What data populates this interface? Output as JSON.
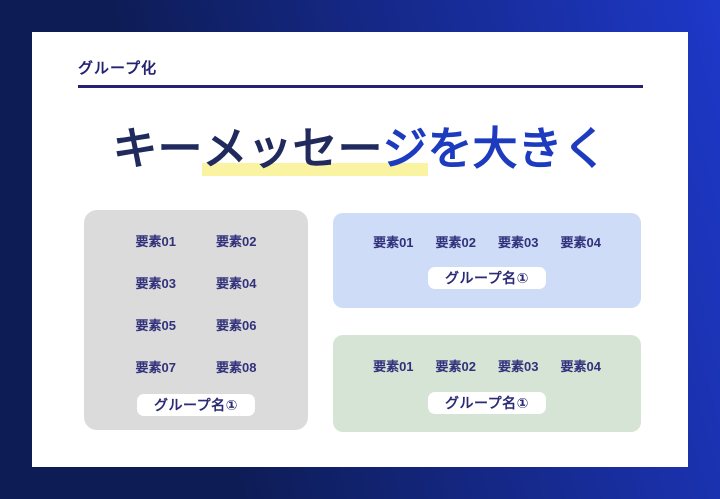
{
  "colors": {
    "background_dark": "#0e1c55",
    "background_bright": "#1e38c9",
    "card_background": "#ffffff",
    "header_text": "#252371",
    "title_dark_navy": "#202a5c",
    "title_bright_blue": "#1d3bbf",
    "highlight_yellow": "#f9f3a2",
    "box_gray": "#dbdbdb",
    "box_blue": "#cedcf7",
    "box_green": "#d6e4d5",
    "element_text": "#32317b",
    "pill_text": "#2b2a76"
  },
  "header": {
    "label": "グループ化"
  },
  "title": {
    "full": "キーメッセージを大きく",
    "highlighted_text": "メッセージ",
    "part1": "キー",
    "part2": "メッセー",
    "part3": "ジ",
    "part4": "を大きく"
  },
  "boxes": {
    "left": {
      "items": [
        "要素01",
        "要素02",
        "要素03",
        "要素04",
        "要素05",
        "要素06",
        "要素07",
        "要素08"
      ],
      "label": "グループ名①"
    },
    "top_right": {
      "items": [
        "要素01",
        "要素02",
        "要素03",
        "要素04"
      ],
      "label": "グループ名①"
    },
    "bottom_right": {
      "items": [
        "要素01",
        "要素02",
        "要素03",
        "要素04"
      ],
      "label": "グループ名①"
    }
  }
}
